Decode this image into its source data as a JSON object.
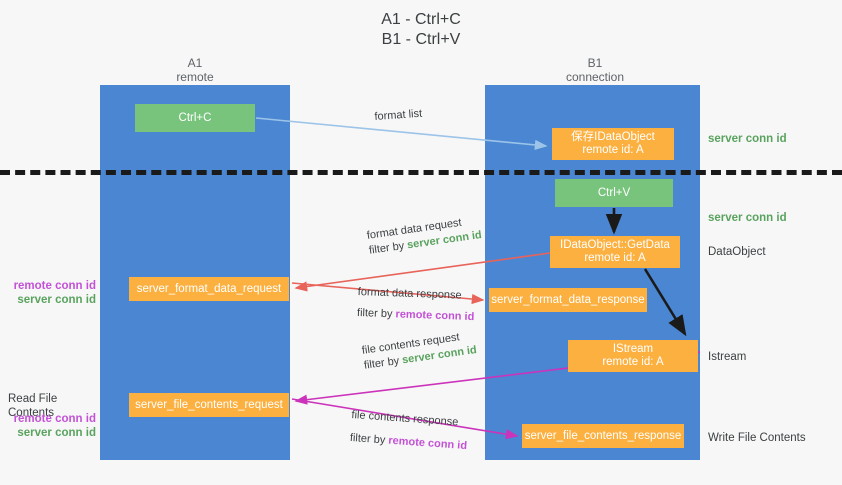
{
  "title": {
    "line1": "A1 - Ctrl+C",
    "line2": "B1 - Ctrl+V"
  },
  "lanes": [
    {
      "id": "a1",
      "name": "A1",
      "sub": "remote"
    },
    {
      "id": "b1",
      "name": "B1",
      "sub": "connection"
    }
  ],
  "nodes": {
    "ctrl_c": {
      "label": "Ctrl+C",
      "color": "#78c47d"
    },
    "ctrl_v": {
      "label": "Ctrl+V",
      "color": "#78c47d"
    },
    "save_dataobject": {
      "line1": "保存IDataObject",
      "line2": "remote id: A",
      "color": "#fbb040"
    },
    "get_data": {
      "line1": "IDataObject::GetData",
      "line2": "remote id: A",
      "color": "#fbb040"
    },
    "istream": {
      "line1": "IStream",
      "line2": "remote id: A",
      "color": "#fbb040"
    },
    "server_format_data_request": {
      "label": "server_format_data_request",
      "color": "#fbb040"
    },
    "server_format_data_response": {
      "label": "server_format_data_response",
      "color": "#fbb040"
    },
    "server_file_contents_request": {
      "label": "server_file_contents_request",
      "color": "#fbb040"
    },
    "server_file_contents_response": {
      "label": "server_file_contents_response",
      "color": "#fbb040"
    }
  },
  "edges": {
    "format_list": {
      "label": "format list",
      "color": "#9cc4e8"
    },
    "format_data_request": {
      "label": "format data request",
      "filter_prefix": "filter by ",
      "filter_key": "server conn id",
      "color": "#e8635a"
    },
    "format_data_response": {
      "label": "format data response",
      "filter_prefix": "filter by ",
      "filter_key": "remote conn id",
      "color": "#e8635a"
    },
    "file_contents_request": {
      "label": "file contents request",
      "filter_prefix": "filter by ",
      "filter_key": "server conn id",
      "color": "#cc33bb"
    },
    "file_contents_response": {
      "label": "file contents response",
      "filter_prefix": "filter by ",
      "filter_key": "remote conn id",
      "color": "#cc33bb"
    }
  },
  "annotations": {
    "server_conn_id_top": "server conn id",
    "server_conn_id_mid": "server conn id",
    "dataobject": "DataObject",
    "istream": "Istream",
    "write_file_contents": "Write File Contents",
    "read_file_contents": "Read File Contents",
    "remote_conn_id": "remote conn id",
    "server_conn_id": "server conn id"
  },
  "colors": {
    "background": "#f7f7f7",
    "lane": "#4a86d2",
    "green": "#78c47d",
    "orange": "#fbb040",
    "green_text": "#5aa35f",
    "purple_text": "#c352d6",
    "divider": "#1a1a1a",
    "arrow_blue": "#9cc4e8",
    "arrow_red": "#e8635a",
    "arrow_magenta": "#cc33bb",
    "arrow_black": "#1a1a1a"
  }
}
